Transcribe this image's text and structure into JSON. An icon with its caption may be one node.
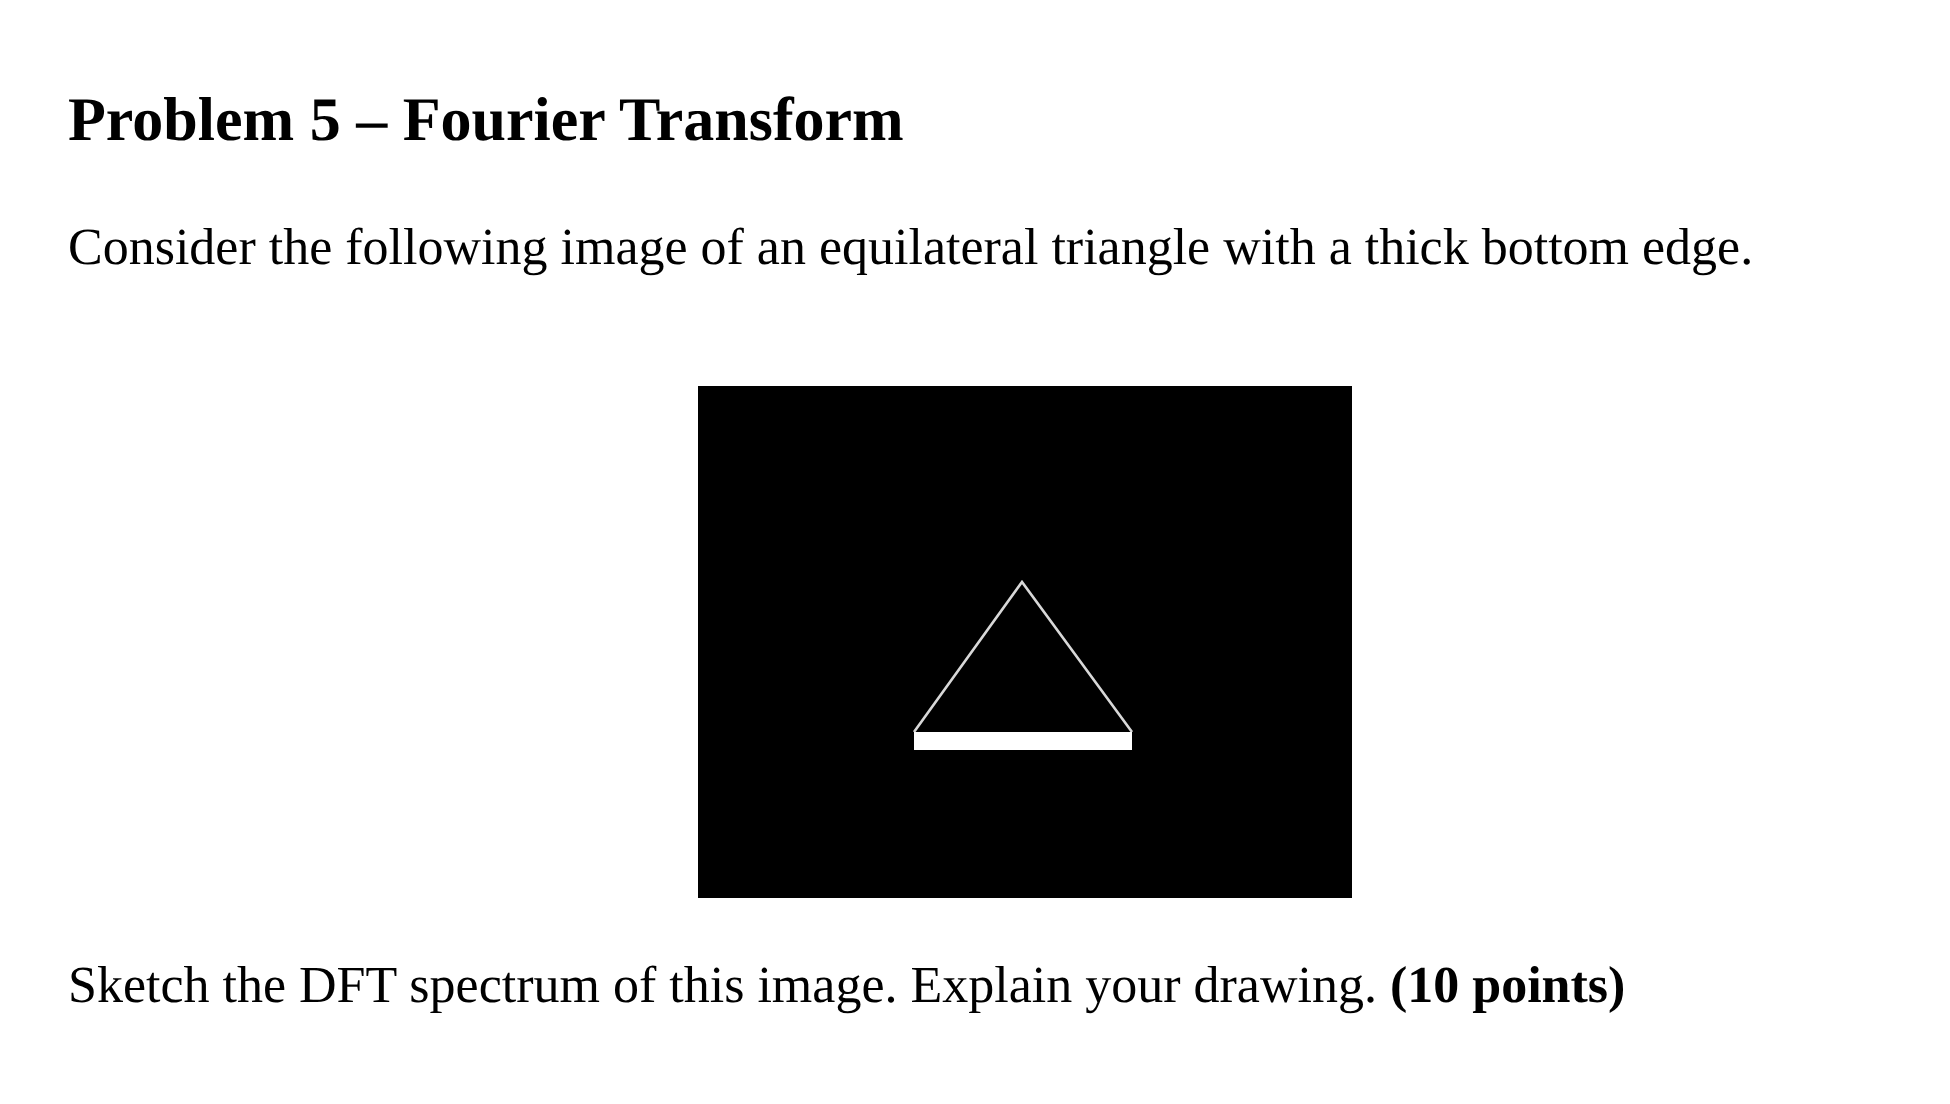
{
  "diagram": {
    "title": "Problem 5 – Fourier Transform",
    "labels": [
      "Consider the following image of an equilateral triangle with a thick bottom edge.",
      "Sketch the DFT spectrum of this image. Explain your drawing. **(10 points)**"
    ]
  }
}
